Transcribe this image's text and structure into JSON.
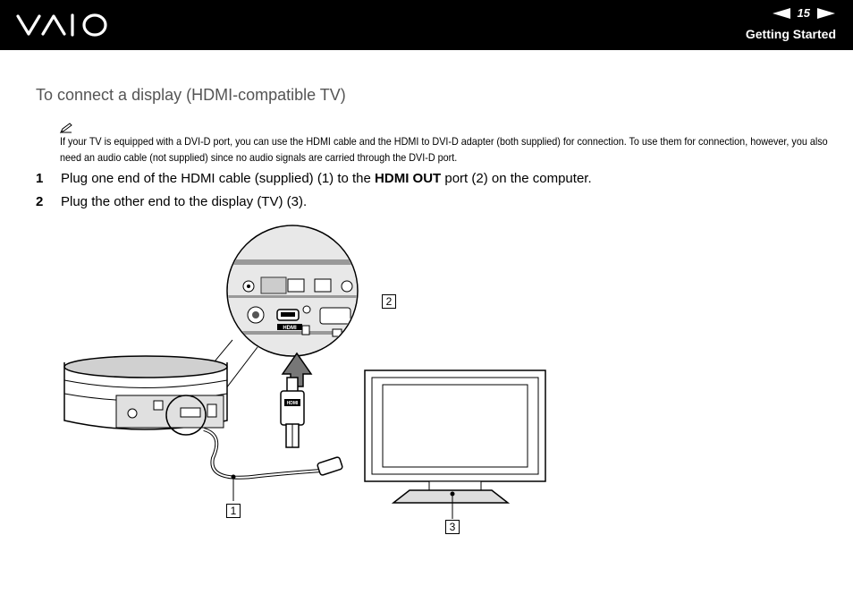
{
  "header": {
    "page_number": "15",
    "section_title": "Getting Started",
    "logo_icon": "vaio-logo-icon",
    "prev_icon": "arrow-left-icon",
    "next_icon": "arrow-right-icon"
  },
  "content": {
    "heading": "To connect a display (HDMI-compatible TV)",
    "note_icon": "pencil-note-icon",
    "note_text": "If your TV is equipped with a DVI-D port, you can use the HDMI cable and the HDMI to DVI-D adapter (both supplied) for connection. To use them for connection, however, you also need an audio cable (not supplied) since no audio signals are carried through the DVI-D port.",
    "steps": [
      {
        "number": "1",
        "text_before": "Plug one end of the HDMI cable (supplied) (1) to the ",
        "bold": "HDMI OUT",
        "text_after": " port (2) on the computer."
      },
      {
        "number": "2",
        "text": "Plug the other end to the display (TV) (3)."
      }
    ]
  },
  "figure": {
    "callouts": [
      "1",
      "2",
      "3"
    ],
    "port_label": "HDMI",
    "cable_label": "HDMI"
  }
}
